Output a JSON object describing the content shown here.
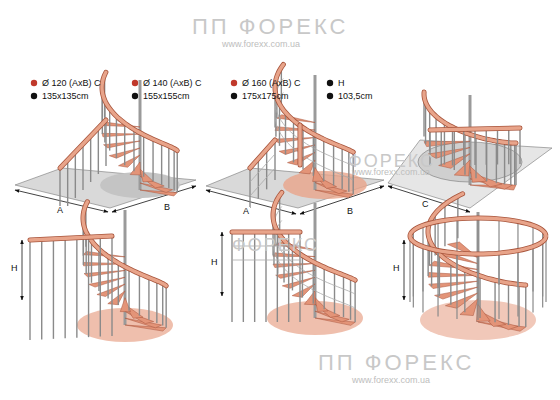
{
  "diagram": {
    "labels": [
      "ПП ФОРЕКС",
      "www.forexx.com.ua",
      "Ø 120 (AxB) C",
      "Ø 140 (AxB) C",
      "Ø 160 (AxB) C",
      "H",
      "135x135cm",
      "155x155cm",
      "175x175cm",
      "103,5cm",
      "ФОРЕКС",
      "www.forexx.com.ua",
      "A",
      "B",
      "A",
      "B",
      "C",
      "H",
      "ФОРЕКС",
      "H",
      "H",
      "ПП ФОРЕКС",
      "www.forexx.com.ua"
    ]
  }
}
